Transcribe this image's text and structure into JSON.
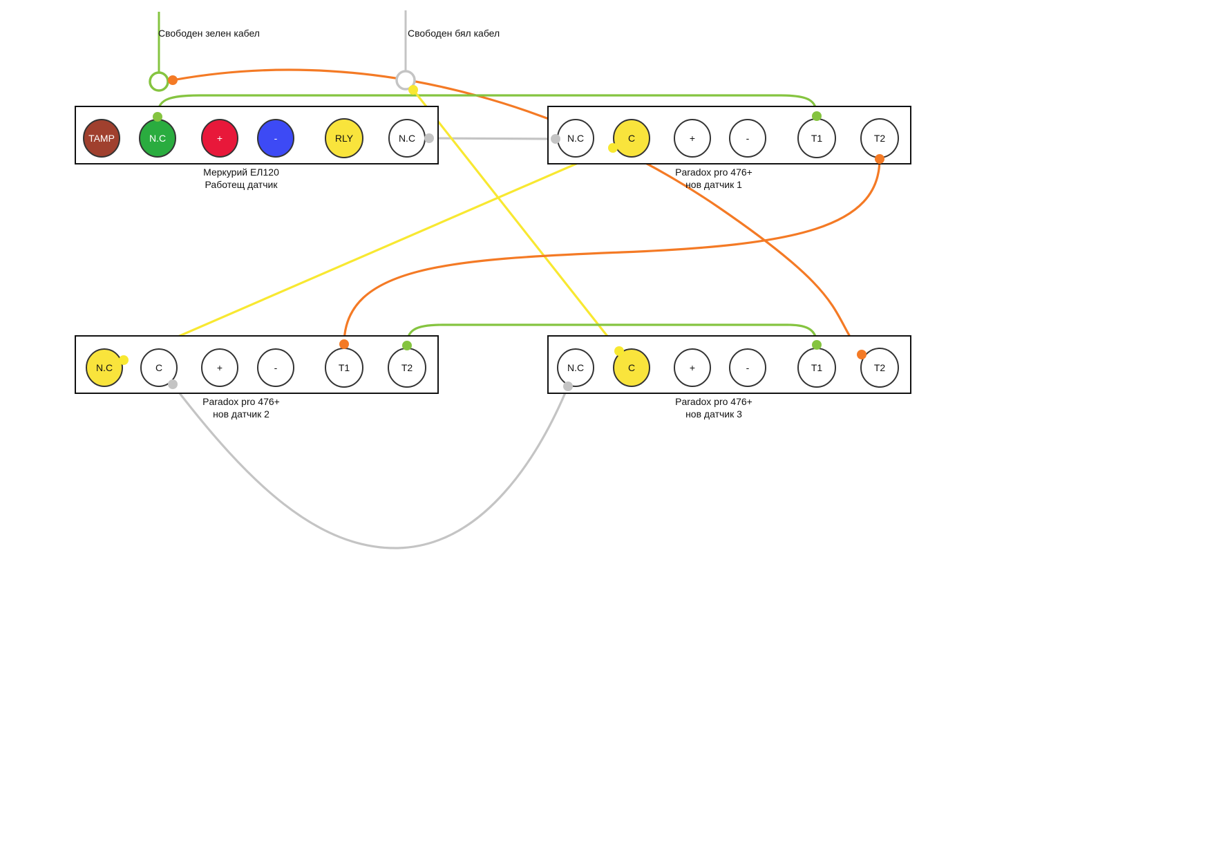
{
  "free_cables": [
    {
      "label": "Свободен зелен кабел",
      "color": "#85c440"
    },
    {
      "label": "Свободен бял кабел",
      "color": "#c4c4c4"
    }
  ],
  "devices": [
    {
      "name": "Меркурий ЕЛ120",
      "subtitle": "Работещ датчик",
      "terminals": [
        {
          "label": "TAMP",
          "fill": "#a0402e",
          "text": "#ffffff"
        },
        {
          "label": "N.C",
          "fill": "#2aac3f",
          "text": "#ffffff"
        },
        {
          "label": "+",
          "fill": "#e8183a",
          "text": "#ffffff"
        },
        {
          "label": "-",
          "fill": "#3d4af5",
          "text": "#ffffff"
        },
        {
          "label": "RLY",
          "fill": "#f9e43c",
          "text": "#111111"
        },
        {
          "label": "N.C",
          "fill": "#ffffff",
          "text": "#111111"
        }
      ]
    },
    {
      "name": "Paradox pro 476+",
      "subtitle": "нов датчик 1",
      "terminals": [
        {
          "label": "N.C",
          "fill": "#ffffff",
          "text": "#111111"
        },
        {
          "label": "C",
          "fill": "#f9e43c",
          "text": "#111111"
        },
        {
          "label": "+",
          "fill": "#ffffff",
          "text": "#111111"
        },
        {
          "label": "-",
          "fill": "#ffffff",
          "text": "#111111"
        },
        {
          "label": "T1",
          "fill": "#ffffff",
          "text": "#111111"
        },
        {
          "label": "T2",
          "fill": "#ffffff",
          "text": "#111111"
        }
      ]
    },
    {
      "name": "Paradox pro 476+",
      "subtitle": "нов датчик 2",
      "terminals": [
        {
          "label": "N.C",
          "fill": "#f9e43c",
          "text": "#111111"
        },
        {
          "label": "C",
          "fill": "#ffffff",
          "text": "#111111"
        },
        {
          "label": "+",
          "fill": "#ffffff",
          "text": "#111111"
        },
        {
          "label": "-",
          "fill": "#ffffff",
          "text": "#111111"
        },
        {
          "label": "T1",
          "fill": "#ffffff",
          "text": "#111111"
        },
        {
          "label": "T2",
          "fill": "#ffffff",
          "text": "#111111"
        }
      ]
    },
    {
      "name": "Paradox pro 476+",
      "subtitle": "нов датчик 3",
      "terminals": [
        {
          "label": "N.C",
          "fill": "#ffffff",
          "text": "#111111"
        },
        {
          "label": "C",
          "fill": "#f9e43c",
          "text": "#111111"
        },
        {
          "label": "+",
          "fill": "#ffffff",
          "text": "#111111"
        },
        {
          "label": "-",
          "fill": "#ffffff",
          "text": "#111111"
        },
        {
          "label": "T1",
          "fill": "#ffffff",
          "text": "#111111"
        },
        {
          "label": "T2",
          "fill": "#ffffff",
          "text": "#111111"
        }
      ]
    }
  ],
  "wire_colors": {
    "green": "#85c440",
    "orange": "#f47a25",
    "gray": "#c4c4c4",
    "yellow": "#f8e831"
  }
}
